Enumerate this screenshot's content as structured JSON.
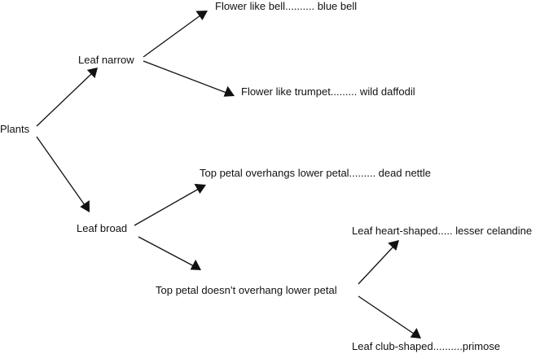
{
  "diagram": {
    "line_color": "#111111",
    "text_color": "#111111",
    "nodes": {
      "plants": "Plants",
      "leaf_narrow": "Leaf narrow",
      "flower_bell": "Flower like bell.......... blue bell",
      "flower_trumpet": "Flower like trumpet......... wild daffodil",
      "leaf_broad": "Leaf broad",
      "top_petal_overhangs": "Top petal overhangs lower petal......... dead nettle",
      "top_petal_not_overhang": "Top petal doesn’t overhang lower petal",
      "leaf_heart": "Leaf heart-shaped..... lesser celandine",
      "leaf_club": "Leaf club-shaped..........primose"
    },
    "edges": [
      {
        "from": "plants",
        "to": "leaf_narrow"
      },
      {
        "from": "plants",
        "to": "leaf_broad"
      },
      {
        "from": "leaf_narrow",
        "to": "flower_bell"
      },
      {
        "from": "leaf_narrow",
        "to": "flower_trumpet"
      },
      {
        "from": "leaf_broad",
        "to": "top_petal_overhangs"
      },
      {
        "from": "leaf_broad",
        "to": "top_petal_not_overhang"
      },
      {
        "from": "top_petal_not_overhang",
        "to": "leaf_heart"
      },
      {
        "from": "top_petal_not_overhang",
        "to": "leaf_club"
      }
    ]
  }
}
